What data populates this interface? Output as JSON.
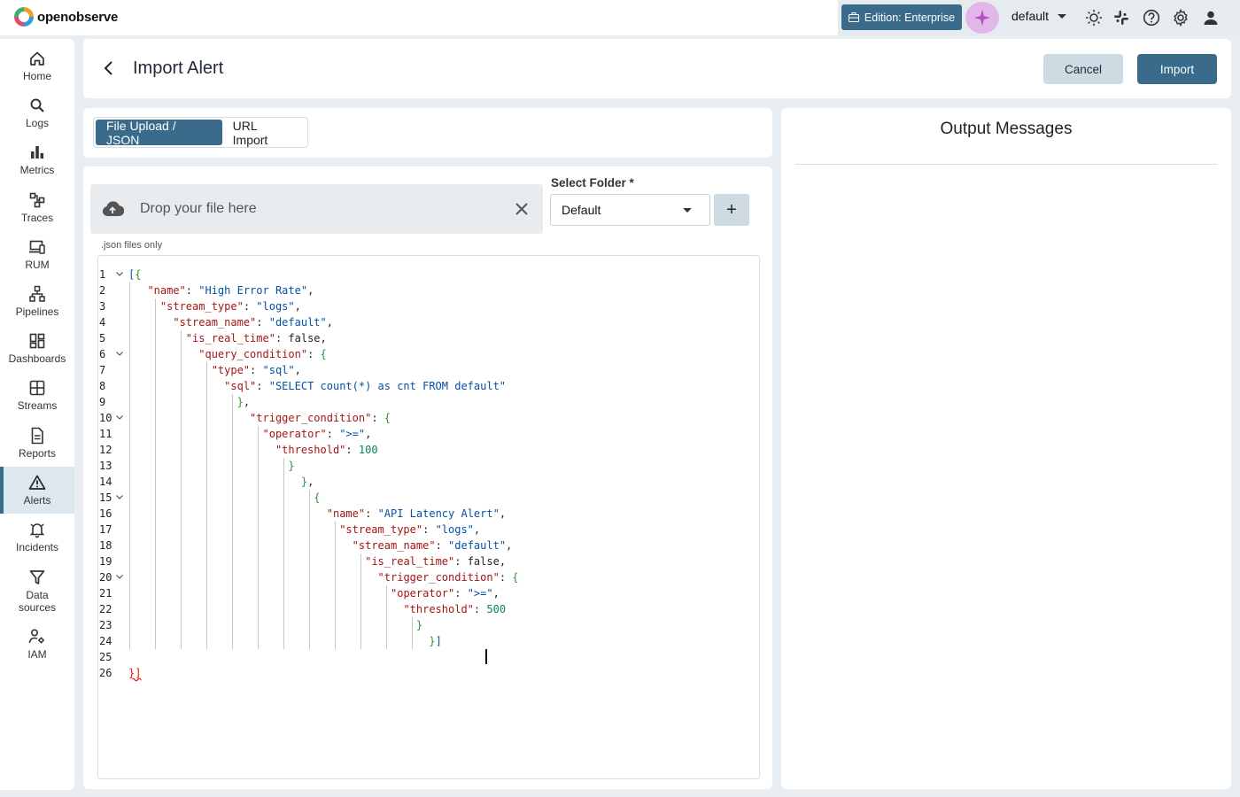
{
  "app": {
    "logo_text": "openobserve"
  },
  "topbar": {
    "edition_label": "Edition: Enterprise",
    "org": "default",
    "icons": [
      "briefcase-icon",
      "ai-sparkle-icon",
      "theme-sun-icon",
      "slack-icon",
      "help-icon",
      "settings-gear-icon",
      "user-icon"
    ]
  },
  "sidebar": {
    "items": [
      {
        "label": "Home",
        "icon": "home-icon"
      },
      {
        "label": "Logs",
        "icon": "search-icon"
      },
      {
        "label": "Metrics",
        "icon": "bar-chart-icon"
      },
      {
        "label": "Traces",
        "icon": "traces-icon"
      },
      {
        "label": "RUM",
        "icon": "devices-icon"
      },
      {
        "label": "Pipelines",
        "icon": "pipelines-icon"
      },
      {
        "label": "Dashboards",
        "icon": "dashboard-icon"
      },
      {
        "label": "Streams",
        "icon": "grid-icon"
      },
      {
        "label": "Reports",
        "icon": "report-icon"
      },
      {
        "label": "Alerts",
        "icon": "alert-triangle-icon",
        "active": true
      },
      {
        "label": "Incidents",
        "icon": "bell-icon"
      },
      {
        "label": "Data sources",
        "icon": "filter-icon"
      },
      {
        "label": "IAM",
        "icon": "user-gear-icon"
      }
    ]
  },
  "header": {
    "title": "Import Alert",
    "cancel_label": "Cancel",
    "import_label": "Import"
  },
  "tabs": [
    {
      "label": "File Upload / JSON",
      "active": true
    },
    {
      "label": "URL Import",
      "active": false
    }
  ],
  "upload": {
    "drop_text": "Drop your file here",
    "hint": ".json files only",
    "folder_label": "Select Folder *",
    "folder_value": "Default",
    "add_folder_label": "+"
  },
  "editor": {
    "lines": [
      "[{",
      "\"name\": \"High Error Rate\",",
      "\"stream_type\": \"logs\",",
      "\"stream_name\": \"default\",",
      "\"is_real_time\": false,",
      "\"query_condition\": {",
      "\"type\": \"sql\",",
      "\"sql\": \"SELECT count(*) as cnt FROM default\"",
      "},",
      "\"trigger_condition\": {",
      "\"operator\": \">=\",",
      "\"threshold\": 100",
      "}",
      "},",
      "{",
      "\"name\": \"API Latency Alert\",",
      "\"stream_type\": \"logs\",",
      "\"stream_name\": \"default\",",
      "\"is_real_time\": false,",
      "\"trigger_condition\": {",
      "\"operator\": \">=\",",
      "\"threshold\": 500",
      "}",
      "}]",
      "",
      "}]"
    ],
    "foldable_lines": [
      1,
      6,
      10,
      15,
      20
    ]
  },
  "output": {
    "title": "Output Messages"
  }
}
